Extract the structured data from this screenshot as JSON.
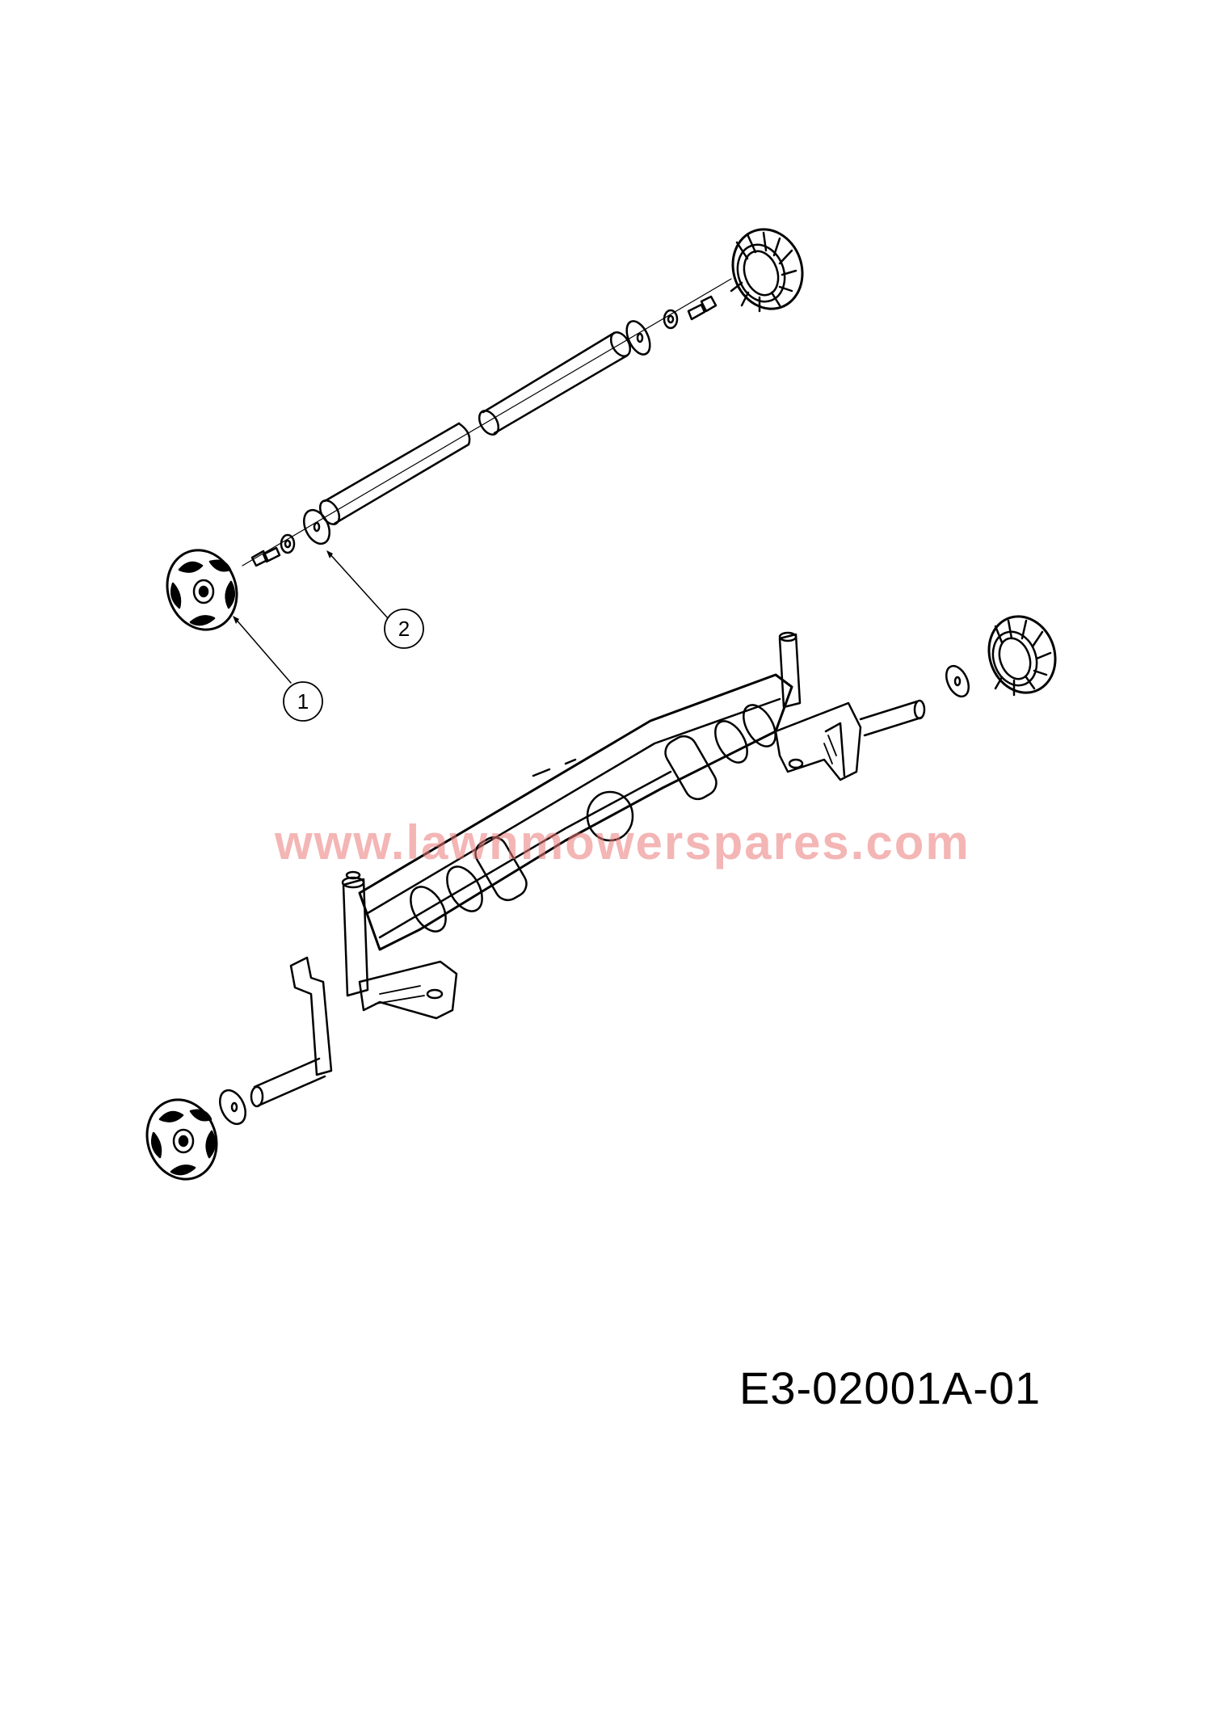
{
  "diagram": {
    "code": "E3-02001A-01",
    "watermark": "www.lawnmowerspares.com",
    "callouts": [
      {
        "id": "1",
        "label": "1",
        "part": "wheel hub cap"
      },
      {
        "id": "2",
        "label": "2",
        "part": "washer"
      }
    ]
  },
  "colors": {
    "line": "#000000",
    "watermark": "#eb7878",
    "background": "#ffffff"
  }
}
